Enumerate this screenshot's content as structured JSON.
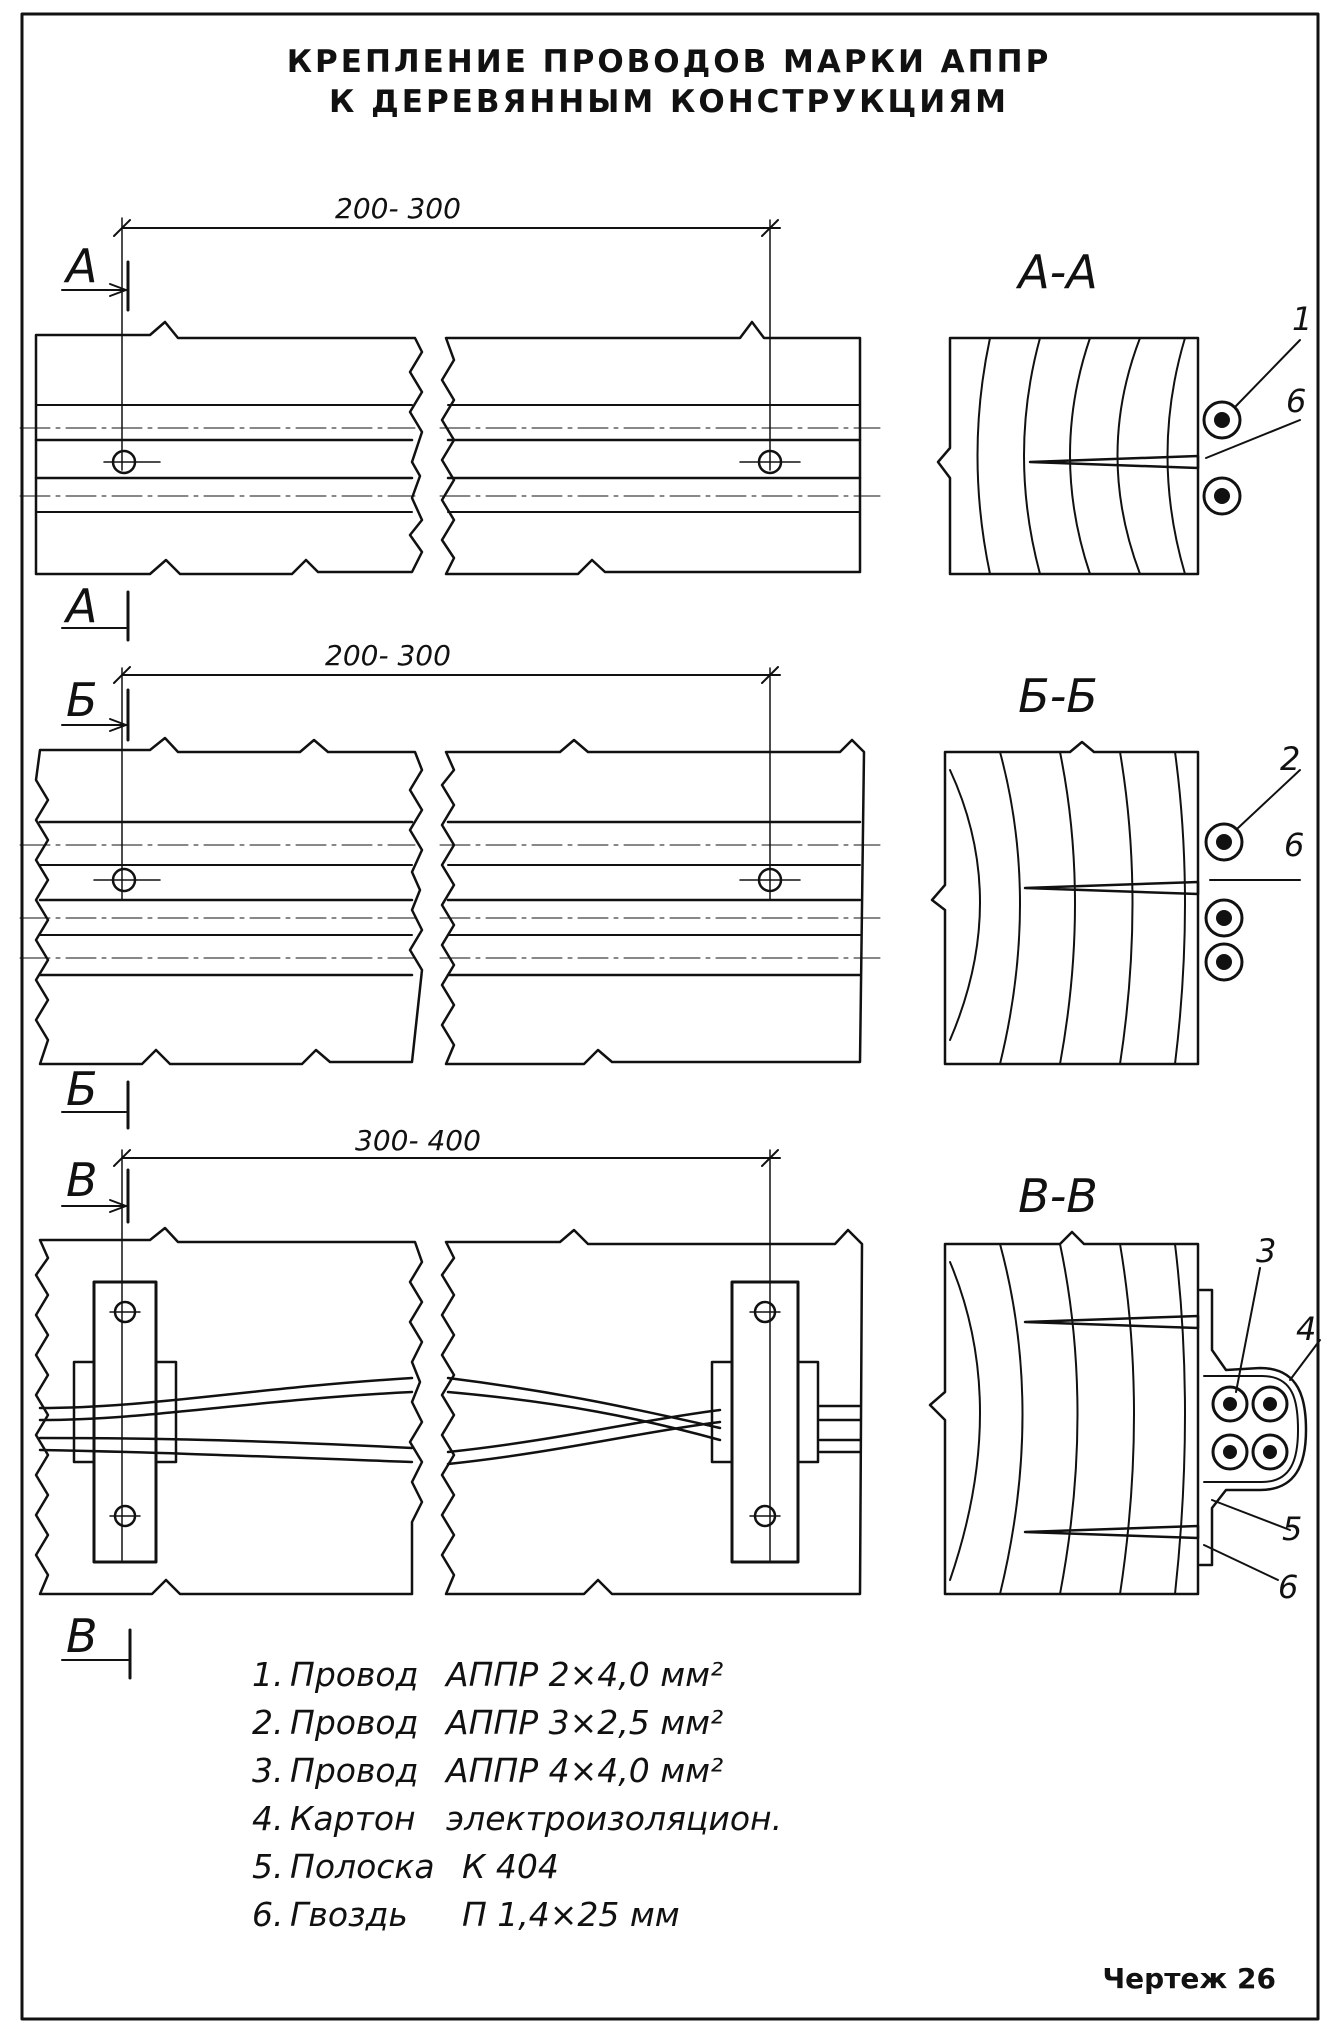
{
  "title": {
    "line1": "КРЕПЛЕНИЕ ПРОВОДОВ МАРКИ АППР",
    "line2": "К ДЕРЕВЯННЫМ КОНСТРУКЦИЯМ"
  },
  "views": [
    {
      "id": "a",
      "section_mark": "А",
      "dimension": "200- 300",
      "section_title": "А-А",
      "callouts": [
        "1",
        "6"
      ]
    },
    {
      "id": "b",
      "section_mark": "Б",
      "dimension": "200- 300",
      "section_title": "Б-Б",
      "callouts": [
        "2",
        "6"
      ]
    },
    {
      "id": "v",
      "section_mark": "В",
      "dimension": "300- 400",
      "section_title": "В-В",
      "callouts": [
        "3",
        "4",
        "5",
        "6"
      ]
    }
  ],
  "legend": [
    {
      "num": "1.",
      "name": "Провод",
      "spec": "АППР 2×4,0 мм²"
    },
    {
      "num": "2.",
      "name": "Провод",
      "spec": "АППР 3×2,5 мм²"
    },
    {
      "num": "3.",
      "name": "Провод",
      "spec": "АППР 4×4,0 мм²"
    },
    {
      "num": "4.",
      "name": "Картон",
      "spec": "электроизоляцион."
    },
    {
      "num": "5.",
      "name": "Полоска",
      "spec": "К 404"
    },
    {
      "num": "6.",
      "name": "Гвоздь",
      "spec": "П 1,4×25 мм"
    }
  ],
  "drawing_number": "Чертеж 26",
  "colors": {
    "ink": "#111111",
    "paper": "#ffffff"
  }
}
